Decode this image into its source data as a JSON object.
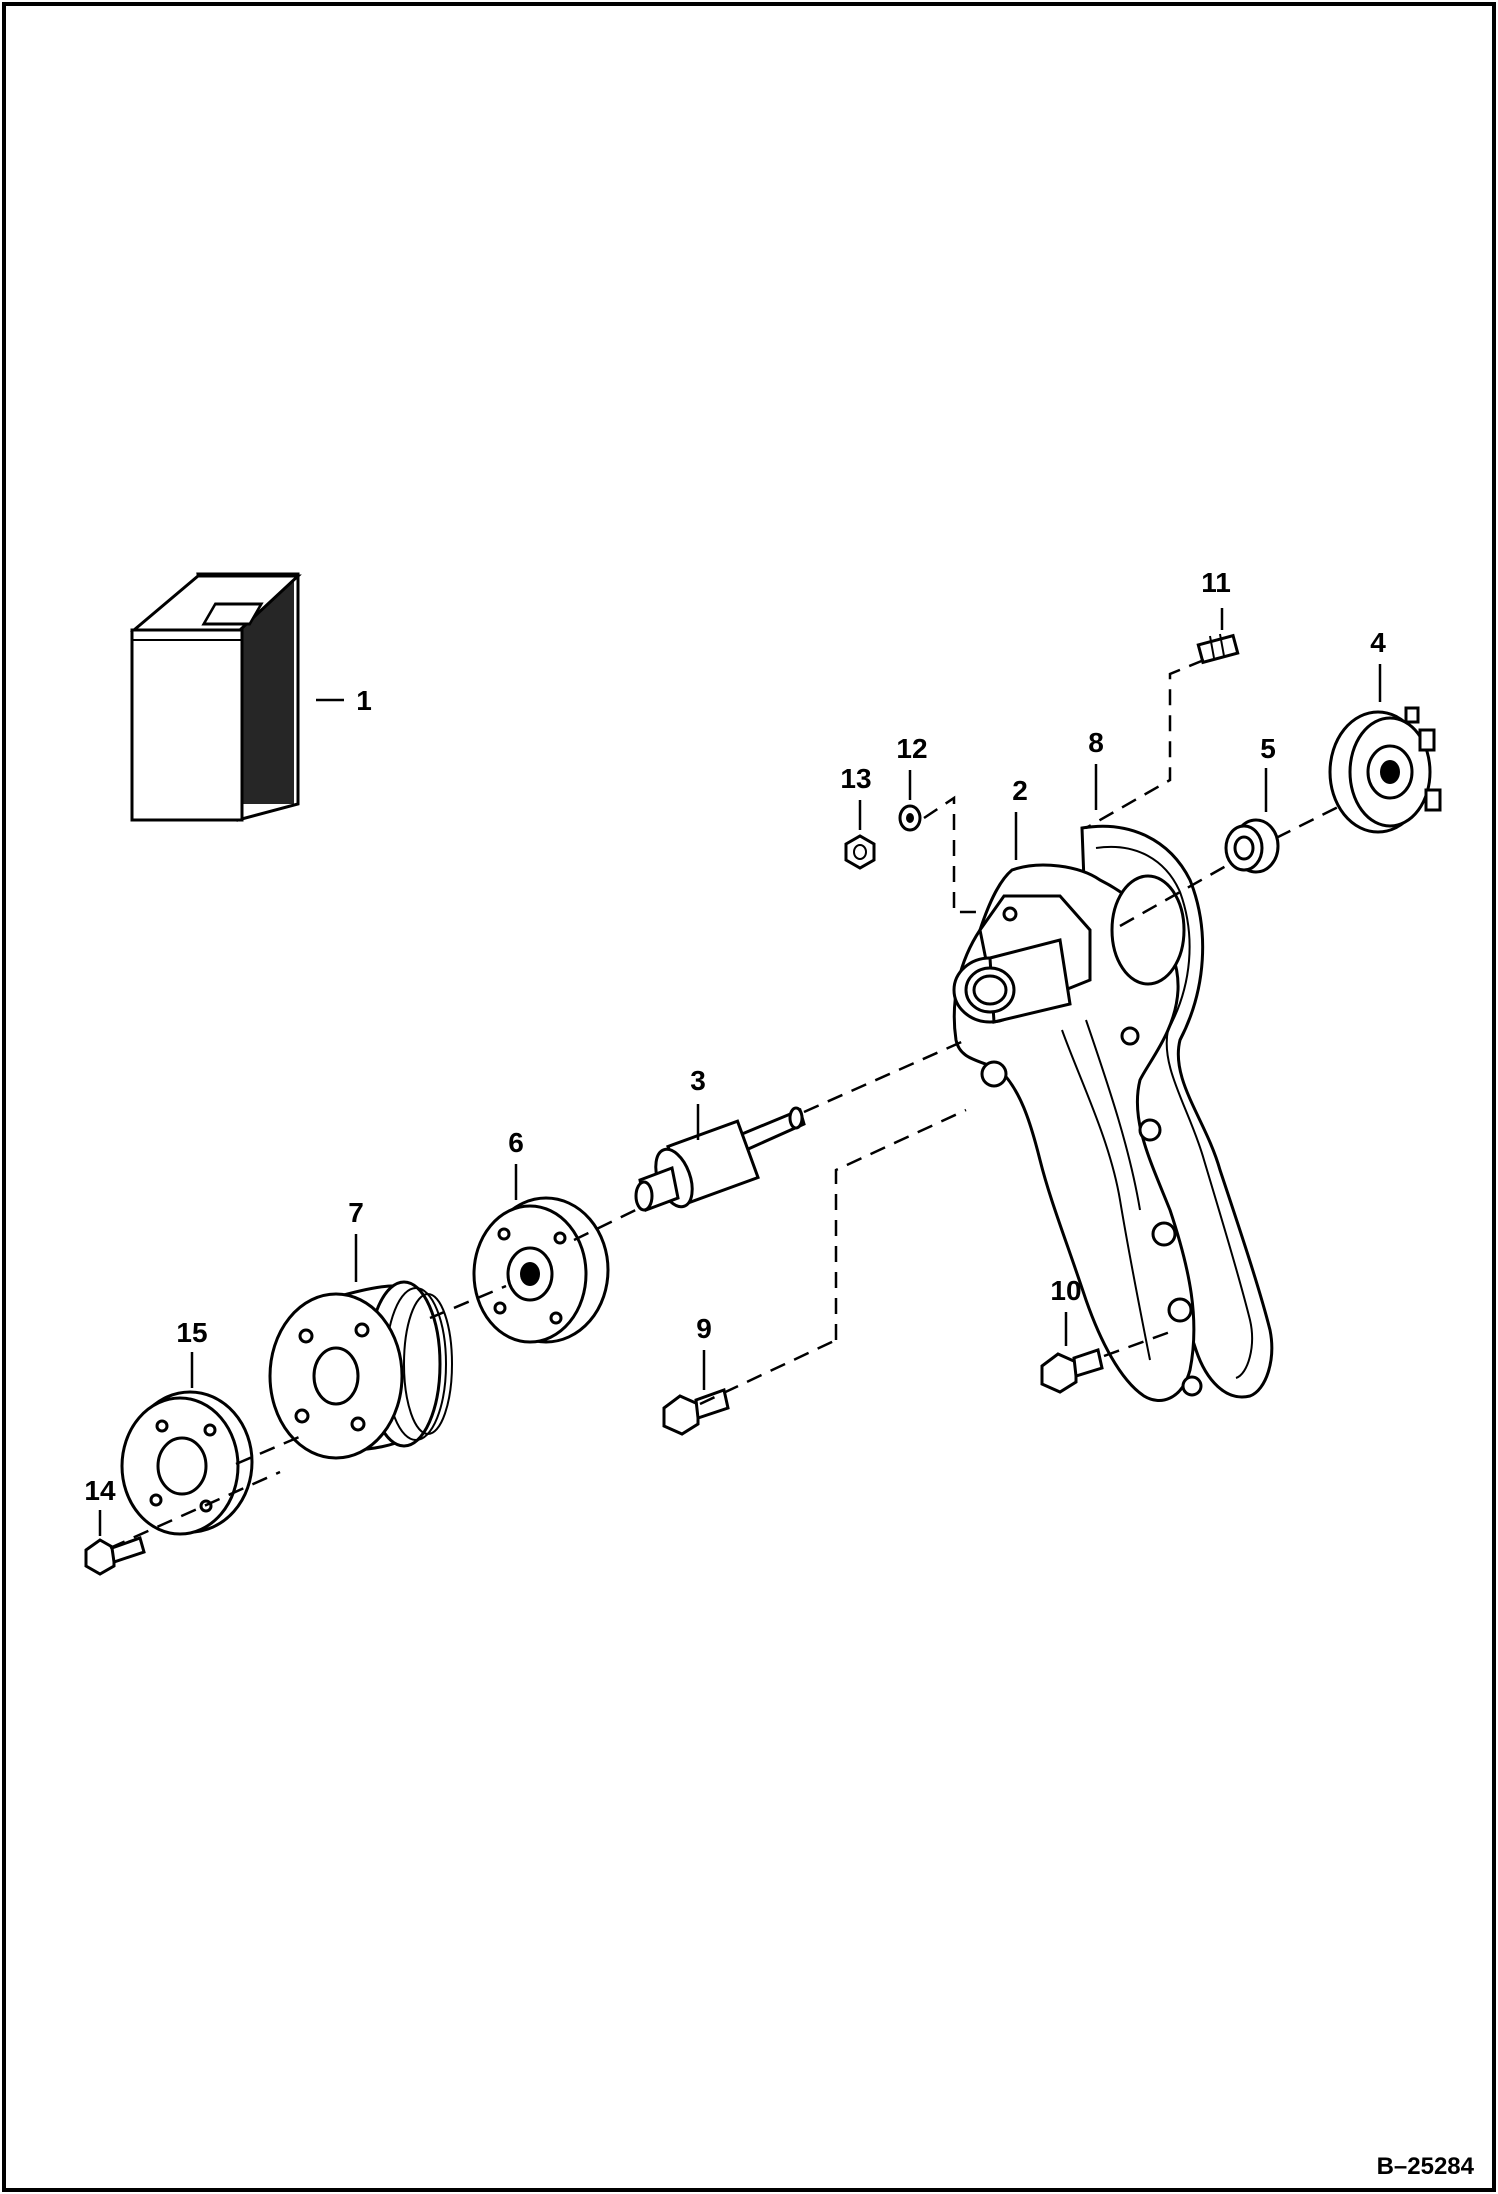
{
  "figure_code": "B–25284",
  "callouts": [
    {
      "id": "1",
      "label": "1"
    },
    {
      "id": "2",
      "label": "2"
    },
    {
      "id": "3",
      "label": "3"
    },
    {
      "id": "4",
      "label": "4"
    },
    {
      "id": "5",
      "label": "5"
    },
    {
      "id": "6",
      "label": "6"
    },
    {
      "id": "7",
      "label": "7"
    },
    {
      "id": "8",
      "label": "8"
    },
    {
      "id": "9",
      "label": "9"
    },
    {
      "id": "10",
      "label": "10"
    },
    {
      "id": "11",
      "label": "11"
    },
    {
      "id": "12",
      "label": "12"
    },
    {
      "id": "13",
      "label": "13"
    },
    {
      "id": "14",
      "label": "14"
    },
    {
      "id": "15",
      "label": "15"
    }
  ],
  "colors": {
    "ink": "#000000",
    "paper": "#ffffff"
  }
}
